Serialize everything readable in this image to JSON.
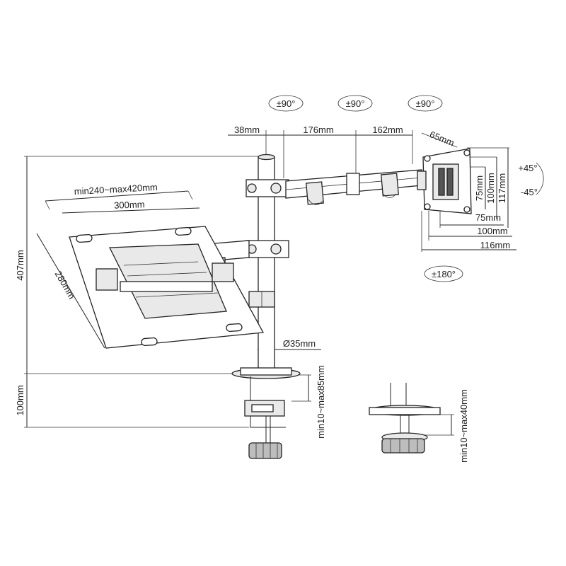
{
  "diagram": {
    "rotation_badges": {
      "pole_swivel": "±90°",
      "mid_swivel": "±90°",
      "head_swivel": "±90°",
      "rotate": "±180°"
    },
    "arm_dims": {
      "clamp_offset": "38mm",
      "arm_1": "176mm",
      "arm_2": "162mm",
      "head_depth": "65mm"
    },
    "tilt": {
      "up": "+45°",
      "down": "-45°"
    },
    "vesa": {
      "v75": "75mm",
      "v100": "100mm",
      "v117": "117mm",
      "h75": "75mm",
      "h100": "100mm",
      "h116": "116mm"
    },
    "tray": {
      "width_range": "min240~max420mm",
      "width": "300mm",
      "depth": "280mm"
    },
    "pole": {
      "height": "407mm",
      "diameter": "Ø35mm"
    },
    "clamp": {
      "height": "100mm",
      "thickness": "min10~max85mm"
    },
    "grommet": {
      "thickness": "min10~max40mm"
    }
  }
}
